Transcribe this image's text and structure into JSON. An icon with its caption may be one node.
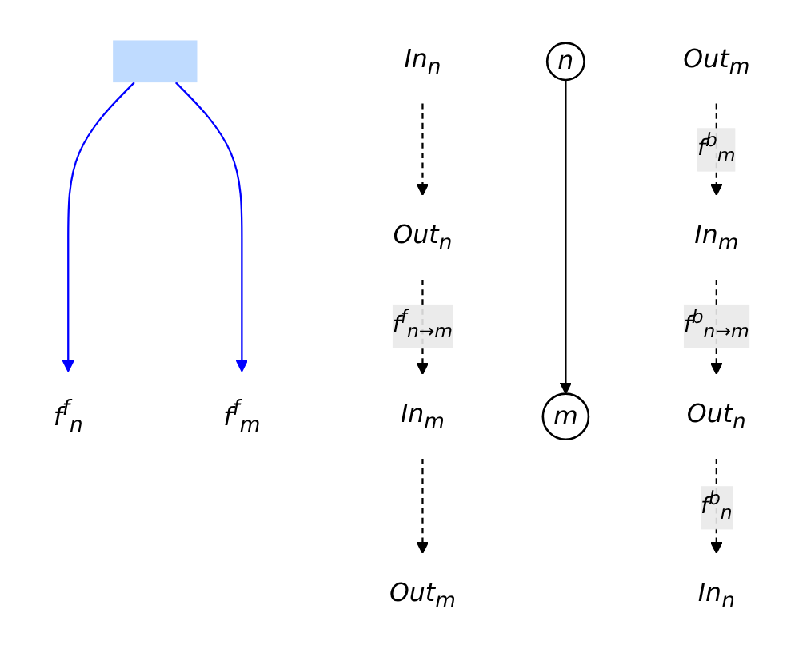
{
  "diagram": {
    "nodes": [
      {
        "text": [],
        "shape": "bar"
      },
      {
        "text": [
          "In$_{n}$"
        ]
      },
      {
        "text": [
          "f$^{f}$$_{n}$"
        ]
      },
      {
        "text": [
          "Out$_{n}$"
        ]
      },
      {
        "text": [
          "In$_{m}$"
        ]
      },
      {
        "text": [
          "f$^{f}$$_{m}$"
        ]
      },
      {
        "text": [
          "Out$_{m}$"
        ]
      },
      {
        "text": [
          "n"
        ]
      },
      {
        "text": [
          "m"
        ]
      },
      {
        "text": [
          "In$_{n}$"
        ]
      },
      {
        "text": [
          "Out$_{n}$"
        ]
      },
      {
        "text": [
          "In$_{m}$"
        ]
      },
      {
        "text": [
          "Out$_{m}$"
        ]
      }
    ],
    "edges": [
      {
        "from": 0,
        "to": 2,
        "arrow": "to",
        "color": "#0000ff"
      },
      {
        "from": 0,
        "to": 5,
        "arrow": "to",
        "color": "#0000ff"
      },
      {
        "from": 1,
        "to": 3,
        "arrow": "to",
        "style": "dashed"
      },
      {
        "from": 3,
        "to": 4,
        "arrow": "to",
        "style": "dashed",
        "label": "f$^{f}$$_{n→m}$"
      },
      {
        "from": 4,
        "to": 6,
        "arrow": "to",
        "style": "dashed"
      },
      {
        "from": 7,
        "to": 8,
        "arrow": "to"
      },
      {
        "from": 12,
        "to": 11,
        "arrow": "to",
        "style": "dashed",
        "label": "f$^{b}$$_{m}$"
      },
      {
        "from": 11,
        "to": 10,
        "arrow": "to",
        "style": "dashed",
        "label": "f$^{b}$$_{n→m}$"
      },
      {
        "from": 10,
        "to": 9,
        "arrow": "to",
        "style": "dashed",
        "label": "f$^{b}$$_{n}$"
      }
    ]
  }
}
